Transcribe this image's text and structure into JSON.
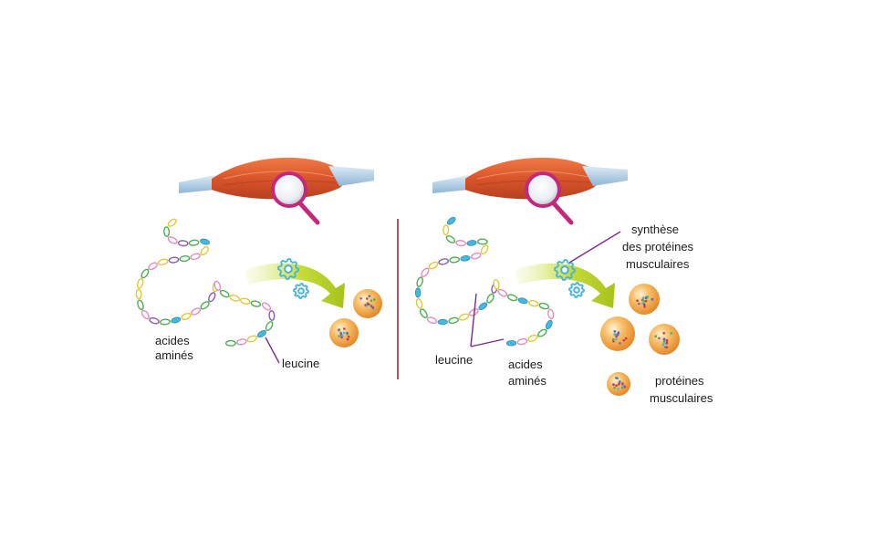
{
  "left_panel": {
    "amino_acids_label_1": "acides",
    "amino_acids_label_2": "aminés",
    "leucine_label": "leucine"
  },
  "right_panel": {
    "synthesis_label_1": "synthèse",
    "synthesis_label_2": "des protéines",
    "synthesis_label_3": "musculaires",
    "leucine_label": "leucine",
    "amino_acids_label_1": "acides",
    "amino_acids_label_2": "aminés",
    "proteins_label_1": "protéines",
    "proteins_label_2": "musculaires"
  },
  "colors": {
    "divider": "#a5263a",
    "leader_line": "#7a2a8c",
    "muscle": "#d9552b",
    "tendon": "#9fc3df",
    "magnifier_handle": "#c4287a",
    "arrow": "#b5cc1e",
    "gear": "#45b3dc",
    "protein_sphere": "#f0a040",
    "bead_cyan": "#45b8e0",
    "bead_green": "#4caf50",
    "bead_pink": "#e68bc0",
    "bead_yellow": "#e2c93a",
    "bead_purple": "#8a5bb4"
  },
  "icons": [
    "muscle-icon",
    "magnifier-icon",
    "gear-icon",
    "arrow-icon",
    "protein-sphere-icon",
    "amino-acid-chain"
  ]
}
